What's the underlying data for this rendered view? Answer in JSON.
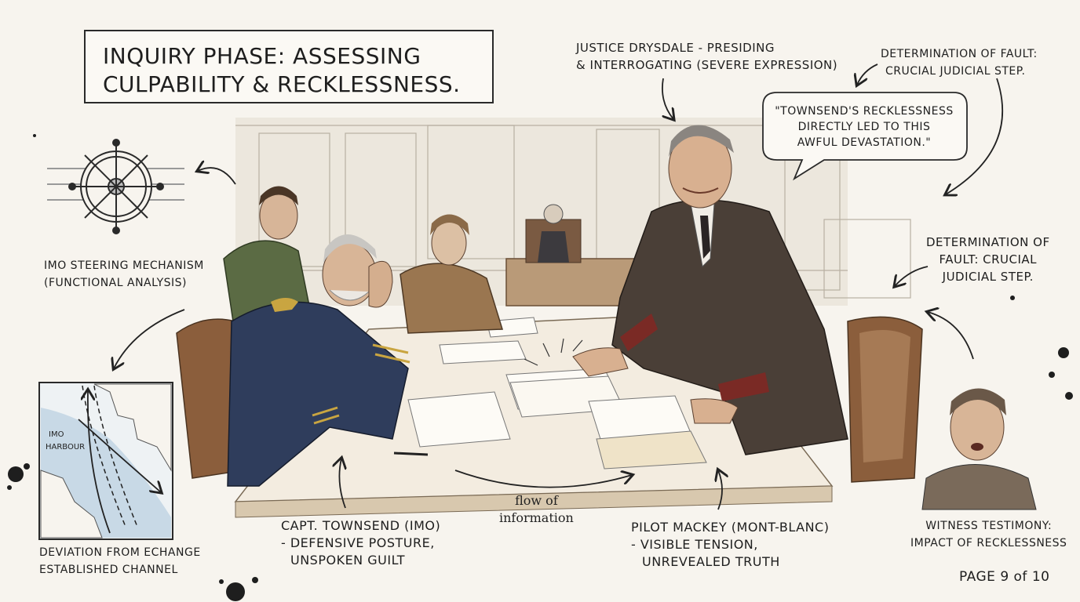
{
  "title": {
    "line1": "INQUIRY PHASE: ASSESSING",
    "line2": "CULPABILITY & RECKLESSNESS."
  },
  "labels": {
    "justice": {
      "line1": "JUSTICE DRYSDALE - PRESIDING",
      "line2": "& INTERROGATING (SEVERE EXPRESSION)"
    },
    "fault_top": {
      "line1": "DETERMINATION OF FAULT:",
      "line2": "CRUCIAL JUDICIAL STEP."
    },
    "fault_right": {
      "line1": "DETERMINATION OF",
      "line2": "FAULT: CRUCIAL",
      "line3": "JUDICIAL STEP."
    },
    "steering": {
      "line1": "IMO STEERING MECHANISM",
      "line2": "(FUNCTIONAL ANALYSIS)"
    },
    "deviation": {
      "line1": "DEVIATION FROM ECHANGE",
      "line2": "ESTABLISHED CHANNEL"
    },
    "townsend": {
      "line1": "CAPT. TOWNSEND (IMO)",
      "line2": "- DEFENSIVE POSTURE,",
      "line3": "UNSPOKEN GUILT"
    },
    "mackey": {
      "line1": "PILOT MACKEY (MONT-BLANC)",
      "line2": "- VISIBLE TENSION,",
      "line3": "UNREVEALED TRUTH"
    },
    "witness": {
      "line1": "WITNESS TESTIMONY:",
      "line2": "IMPACT OF RECKLESSNESS"
    }
  },
  "quote": {
    "line1": "\"TOWNSEND'S RECKLESSNESS",
    "line2": "DIRECTLY LED TO THIS",
    "line3": "AWFUL DEVASTATION.\""
  },
  "map": {
    "line1": "IMO",
    "line2": "HARBOUR"
  },
  "flow": {
    "line1": "flow of",
    "line2": "information"
  },
  "page_indicator": "PAGE 9 of 10",
  "colors": {
    "paper": "#f7f4ee",
    "ink": "#1e1e1e",
    "navy_uniform": "#2f3d5c",
    "suit_brown": "#4a3f37",
    "cuff_red": "#7a2a25",
    "wood": "#8b5e3c"
  }
}
